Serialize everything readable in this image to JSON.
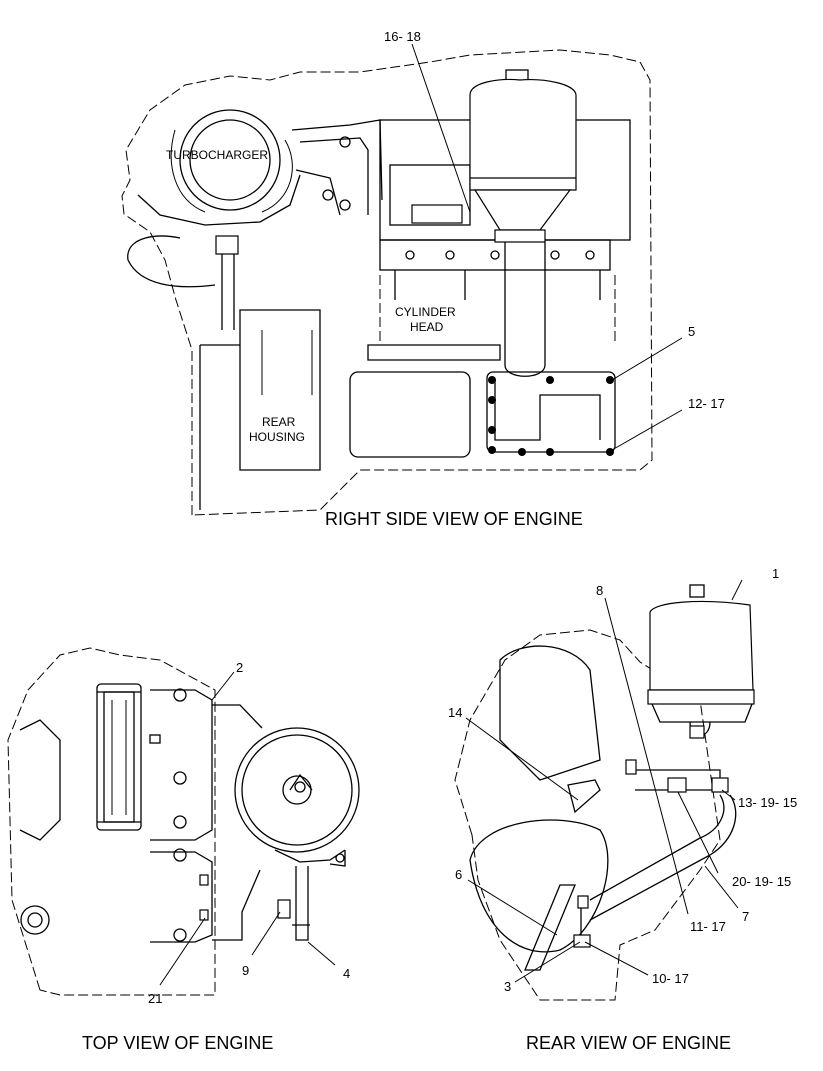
{
  "captions": {
    "right_side": "RIGHT SIDE VIEW  OF ENGINE",
    "top": "TOP VIEW  OF ENGINE",
    "rear": "REAR VIEW OF ENGINE"
  },
  "components": {
    "turbocharger": "TURBOCHARGER",
    "cylinder_head_1": "CYLINDER",
    "cylinder_head_2": "HEAD",
    "rear_housing_1": "REAR",
    "rear_housing_2": "HOUSING"
  },
  "callouts": {
    "c16_18": "16- 18",
    "c5": "5",
    "c12_17": "12- 17",
    "c2": "2",
    "c21": "21",
    "c9": "9",
    "c4": "4",
    "c1": "1",
    "c8": "8",
    "c14": "14",
    "c13_19_15": "13- 19- 15",
    "c20_19_15": "20- 19- 15",
    "c7": "7",
    "c11_17": "11- 17",
    "c6": "6",
    "c10_17": "10- 17",
    "c3": "3"
  }
}
